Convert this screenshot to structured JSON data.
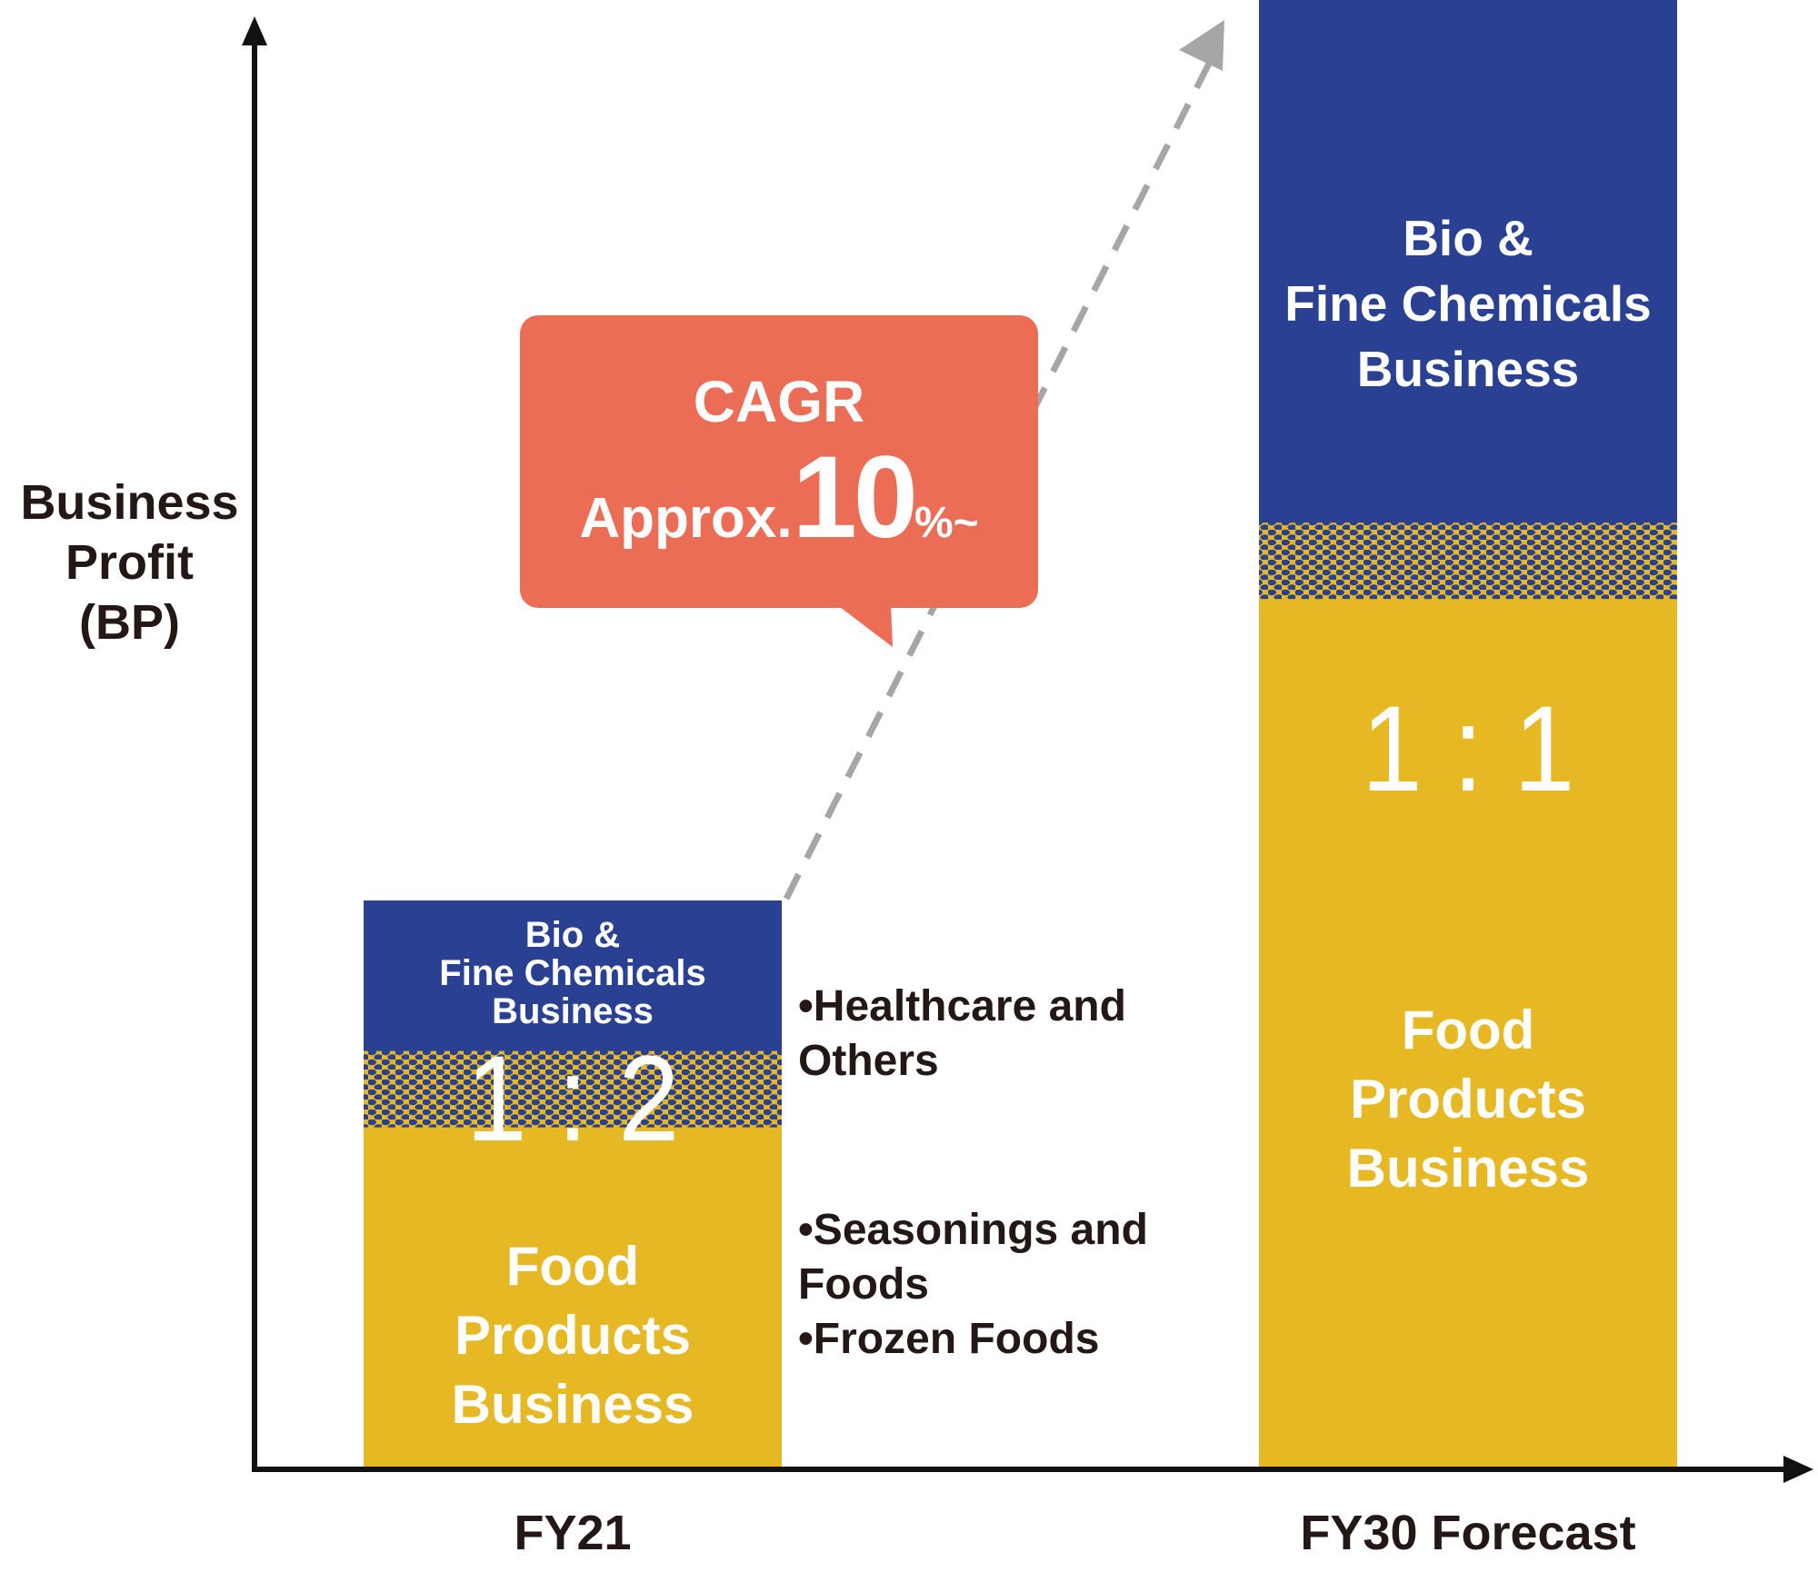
{
  "chart_data": {
    "type": "bar",
    "stacked": true,
    "categories": [
      "FY21",
      "FY30 Forecast"
    ],
    "ylabel": "Business\nProfit\n(BP)",
    "series": [
      {
        "name": "Food\nProducts\nBusiness",
        "color": "#E6B823",
        "values": [
          2,
          1
        ]
      },
      {
        "name": "Bio &\nFine Chemicals\nBusiness",
        "color": "#2A4193",
        "values": [
          1,
          1
        ]
      }
    ],
    "totals_relative": [
      1.0,
      3.2
    ],
    "ratios": [
      "1 : 2",
      "1 : 1"
    ],
    "callout": {
      "line1": "CAGR",
      "prefix": "Approx.",
      "value": "10",
      "suffix": "%~",
      "color": "#EB6D56"
    },
    "fy21_segments": {
      "bio": "•Healthcare and\n Others",
      "food": "•Seasonings and\n  Foods\n•Frozen Foods"
    },
    "grid": false,
    "legend": "none",
    "arrow_color": "#A6A6A6",
    "axis_color": "#111111"
  }
}
